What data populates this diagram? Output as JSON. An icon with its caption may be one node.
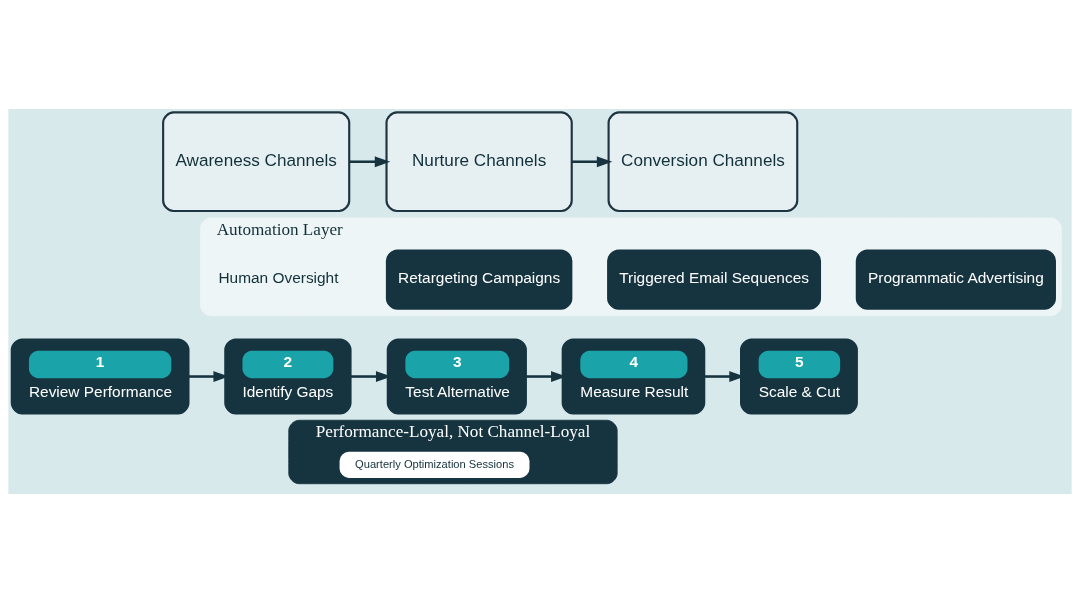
{
  "diagram": {
    "nodes": [
      {
        "text": [
          "Awareness Channels"
        ]
      },
      {
        "text": [
          "Nurture Channels"
        ]
      },
      {
        "text": [
          "Conversion Channels"
        ]
      },
      {
        "text": [
          "Automation Layer"
        ]
      },
      {
        "text": [
          "Programmatic Advertising"
        ],
        "in": 3
      },
      {
        "text": [
          "Triggered Email Sequences"
        ],
        "in": 3
      },
      {
        "text": [
          "Retargeting Campaigns"
        ],
        "in": 3
      },
      {
        "text": [
          "Human Oversight"
        ],
        "in": 3
      },
      {
        "text": [
          "1",
          "Review Performance"
        ]
      },
      {
        "text": [
          "2",
          "Identify Gaps"
        ]
      },
      {
        "text": [
          "3",
          "Test Alternative"
        ]
      },
      {
        "text": [
          "4",
          "Measure Result"
        ]
      },
      {
        "text": [
          "5",
          "Scale & Cut"
        ]
      },
      {
        "text": [
          "Performance-Loyal, Not Channel-Loyal"
        ]
      },
      {
        "text": [
          "Quarterly Optimization Sessions"
        ],
        "in": 13
      }
    ],
    "edges": [
      {
        "from": 0,
        "to": 1,
        "arrow": "to"
      },
      {
        "from": 1,
        "to": 2,
        "arrow": "to"
      },
      {
        "from": 8,
        "to": 9,
        "arrow": "to"
      },
      {
        "from": 9,
        "to": 10,
        "arrow": "to"
      },
      {
        "from": 10,
        "to": 11,
        "arrow": "to"
      },
      {
        "from": 11,
        "to": 12,
        "arrow": "to"
      }
    ]
  }
}
